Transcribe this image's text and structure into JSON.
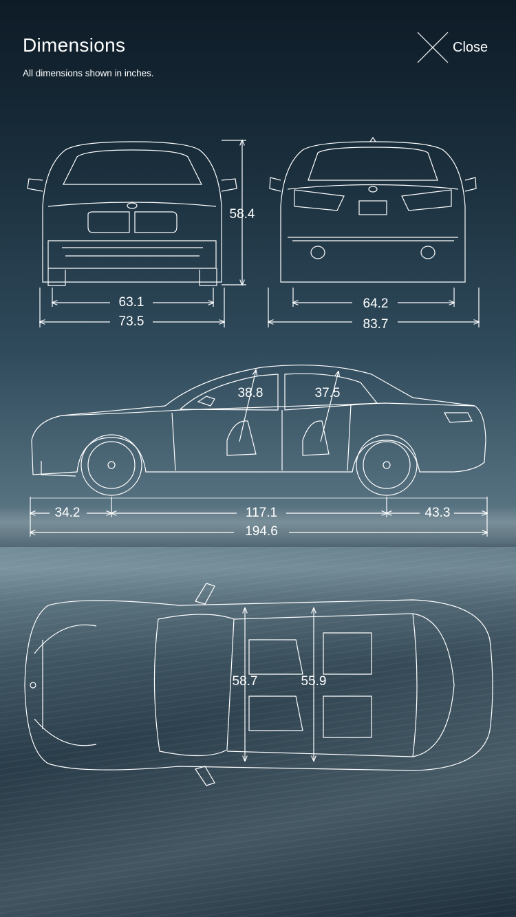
{
  "header": {
    "title": "Dimensions",
    "subtitle": "All dimensions shown in inches.",
    "close_label": "Close"
  },
  "dimensions": {
    "height": "58.4",
    "front_track": "63.1",
    "width_without_mirrors": "73.5",
    "rear_track": "64.2",
    "width_with_mirrors": "83.7",
    "front_headroom": "38.8",
    "rear_headroom": "37.5",
    "front_overhang": "34.2",
    "wheelbase": "117.1",
    "rear_overhang": "43.3",
    "overall_length": "194.6",
    "front_shoulder_room": "58.7",
    "rear_shoulder_room": "55.9"
  },
  "colors": {
    "line": "#ffffff",
    "background_top": "#0d1b26"
  }
}
